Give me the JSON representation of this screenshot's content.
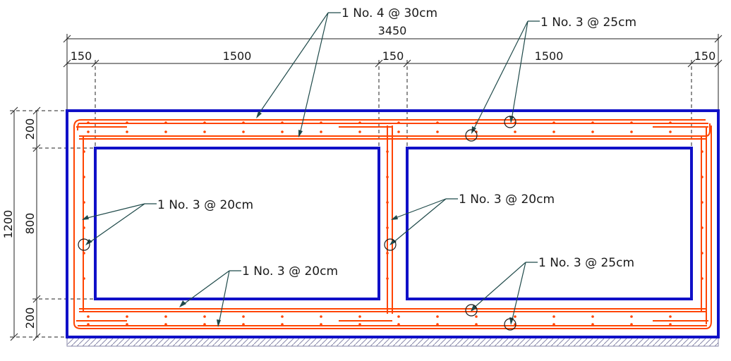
{
  "dimensions": {
    "overall_width": "3450",
    "segments": [
      "150",
      "1500",
      "150",
      "1500",
      "150"
    ],
    "overall_height": "1200",
    "heights": [
      "200",
      "800",
      "200"
    ]
  },
  "labels": {
    "top_main": "1 No. 4 @ 30cm",
    "top_secondary": "1 No. 3 @ 25cm",
    "left_wall": "1 No. 3 @ 20cm",
    "middle_wall": "1 No. 3 @ 20cm",
    "bottom_main": "1 No. 3 @ 20cm",
    "bottom_secondary": "1 No. 3 @ 25cm"
  },
  "colors": {
    "concrete_outline": "#1010c8",
    "rebar": "#ff4400",
    "dimension_lines": "#222222",
    "leaders": "#1f4a4a"
  }
}
